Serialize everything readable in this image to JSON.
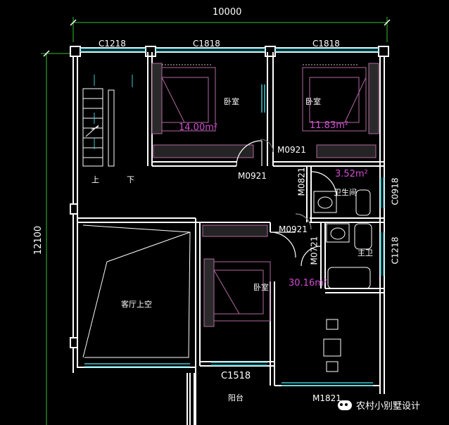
{
  "dimensions": {
    "top_width": "10000",
    "left_height": "12100"
  },
  "windows": {
    "stair_window": "C1218",
    "bedroom1_window": "C1818",
    "bedroom2_window": "C1818",
    "bathroom_window": "C0918",
    "master_bath_window": "C1218",
    "balcony_window": "C1518"
  },
  "doors": {
    "bedroom1_door": "M0921",
    "bedroom2_door": "M0921",
    "bathroom_door": "M0821",
    "bedroom3_door": "M0921",
    "master_bath_door": "M0721",
    "balcony_door": "M1821"
  },
  "rooms": {
    "bedroom1_name": "卧室",
    "bedroom1_area": "14.00m²",
    "bedroom2_name": "卧室",
    "bedroom2_area": "11.83m²",
    "bathroom_name": "卫生间",
    "bathroom_area": "3.52m²",
    "master_bath_name": "主卫",
    "bedroom3_name": "卧室",
    "bedroom3_area": "30.16m²",
    "living_void_name": "客厅上空",
    "balcony_name": "阳台",
    "stair_up": "上",
    "stair_down": "下"
  },
  "watermark": {
    "text": "农村小别墅设计"
  },
  "colors": {
    "background": "#000000",
    "wall": "#ffffff",
    "window": "#3fc8d2",
    "furniture": "#9a3d7a",
    "dim_line": "#2fbf2f",
    "area_text": "#d24cd2",
    "door": "#ffffff"
  }
}
